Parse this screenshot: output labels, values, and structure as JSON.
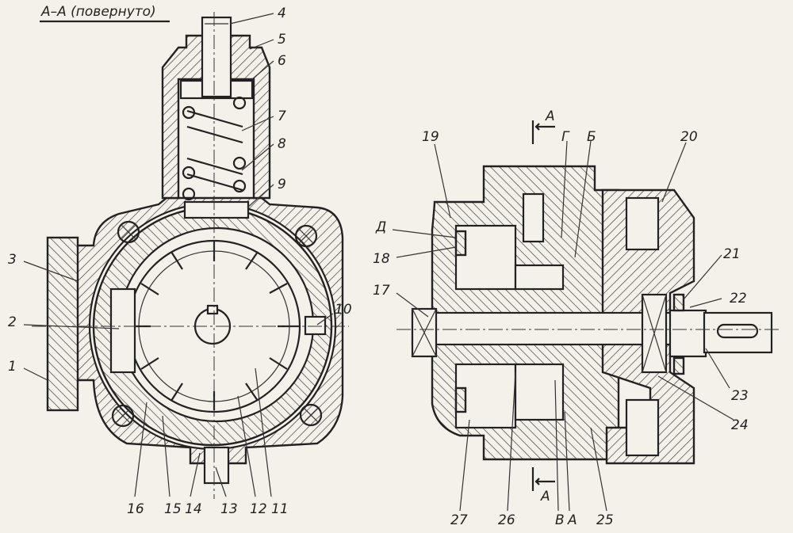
{
  "section_title": "А–А (повернуто)",
  "left_view": {
    "labels": [
      "1",
      "2",
      "3",
      "4",
      "5",
      "6",
      "7",
      "8",
      "9",
      "10",
      "11",
      "12",
      "13",
      "14",
      "15",
      "16"
    ]
  },
  "right_view": {
    "labels": [
      "17",
      "18",
      "19",
      "20",
      "21",
      "22",
      "23",
      "24",
      "25",
      "26",
      "27"
    ],
    "letters": [
      "Д",
      "Г",
      "Б",
      "В",
      "А"
    ],
    "section_marks": [
      "А",
      "А"
    ]
  }
}
